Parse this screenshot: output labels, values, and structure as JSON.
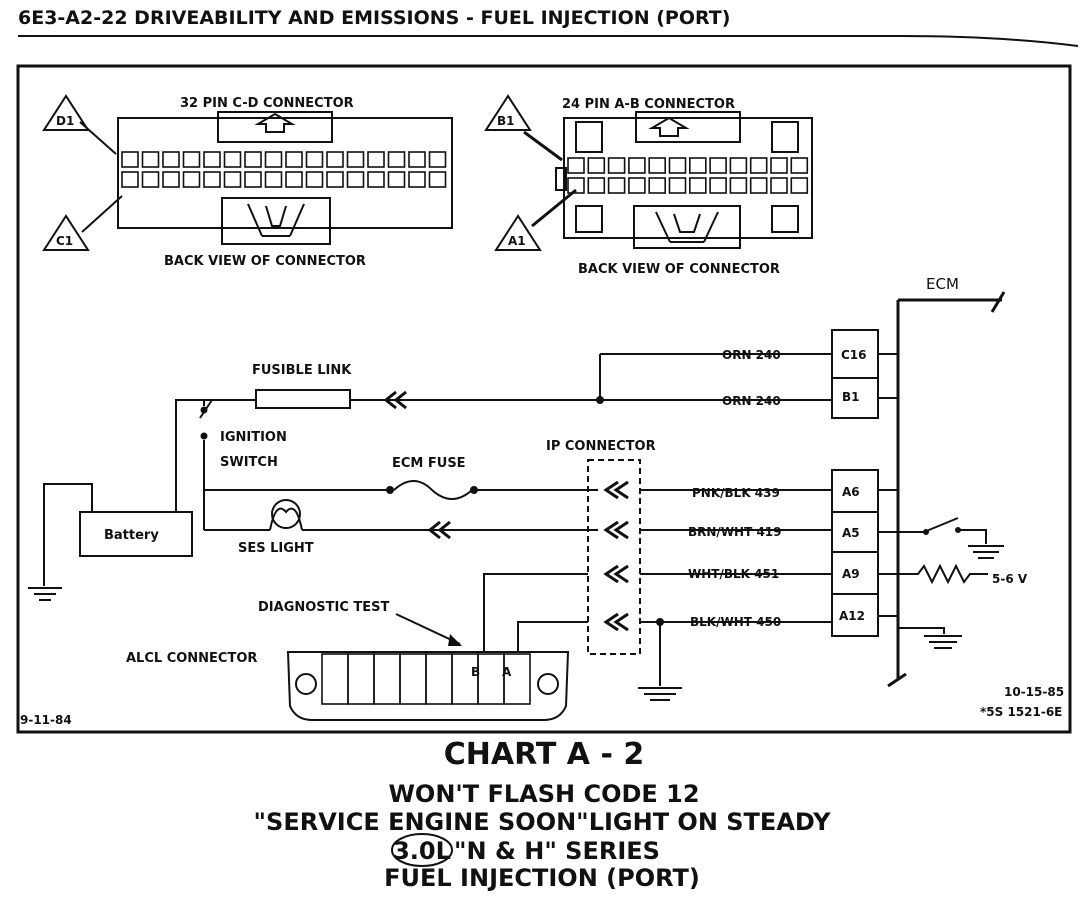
{
  "header": {
    "title": "6E3-A2-22  DRIVEABILITY AND EMISSIONS - FUEL INJECTION (PORT)"
  },
  "connector_cd": {
    "title": "32 PIN C-D CONNECTOR",
    "caption": "BACK VIEW OF CONNECTOR",
    "markers": [
      "D1",
      "C1"
    ]
  },
  "connector_ab": {
    "title": "24 PIN A-B CONNECTOR",
    "caption": "BACK VIEW OF CONNECTOR",
    "markers": [
      "B1",
      "A1"
    ]
  },
  "ecm": {
    "label": "ECM"
  },
  "components": {
    "fusible_link": "FUSIBLE LINK",
    "ignition_switch_1": "IGNITION",
    "ignition_switch_2": "SWITCH",
    "ecm_fuse": "ECM FUSE",
    "ip_connector": "IP CONNECTOR",
    "battery": "Battery",
    "ses_light": "SES  LIGHT",
    "diagnostic_test": "DIAGNOSTIC TEST",
    "alcl_connector": "ALCL CONNECTOR",
    "alcl_pin_b": "B",
    "alcl_pin_a": "A",
    "voltage": "5-6 V"
  },
  "wires": [
    {
      "label": "ORN 240",
      "pin": "C16"
    },
    {
      "label": "ORN 240",
      "pin": "B1"
    },
    {
      "label": "PNK/BLK 439",
      "pin": "A6"
    },
    {
      "label": "BRN/WHT 419",
      "pin": "A5"
    },
    {
      "label": "WHT/BLK 451",
      "pin": "A9"
    },
    {
      "label": "BLK/WHT 450",
      "pin": "A12"
    }
  ],
  "footer": {
    "date_left": "9-11-84",
    "date_right": "10-15-85",
    "ref": "*5S 1521-6E"
  },
  "chart_title": {
    "line1": "CHART A - 2",
    "line2": "WON'T FLASH CODE 12",
    "line3": "\"SERVICE ENGINE SOON\"LIGHT ON STEADY",
    "line4_circled": "3.0L",
    "line4_rest": "\"N & H\"  SERIES",
    "line5": "FUEL INJECTION (PORT)"
  }
}
